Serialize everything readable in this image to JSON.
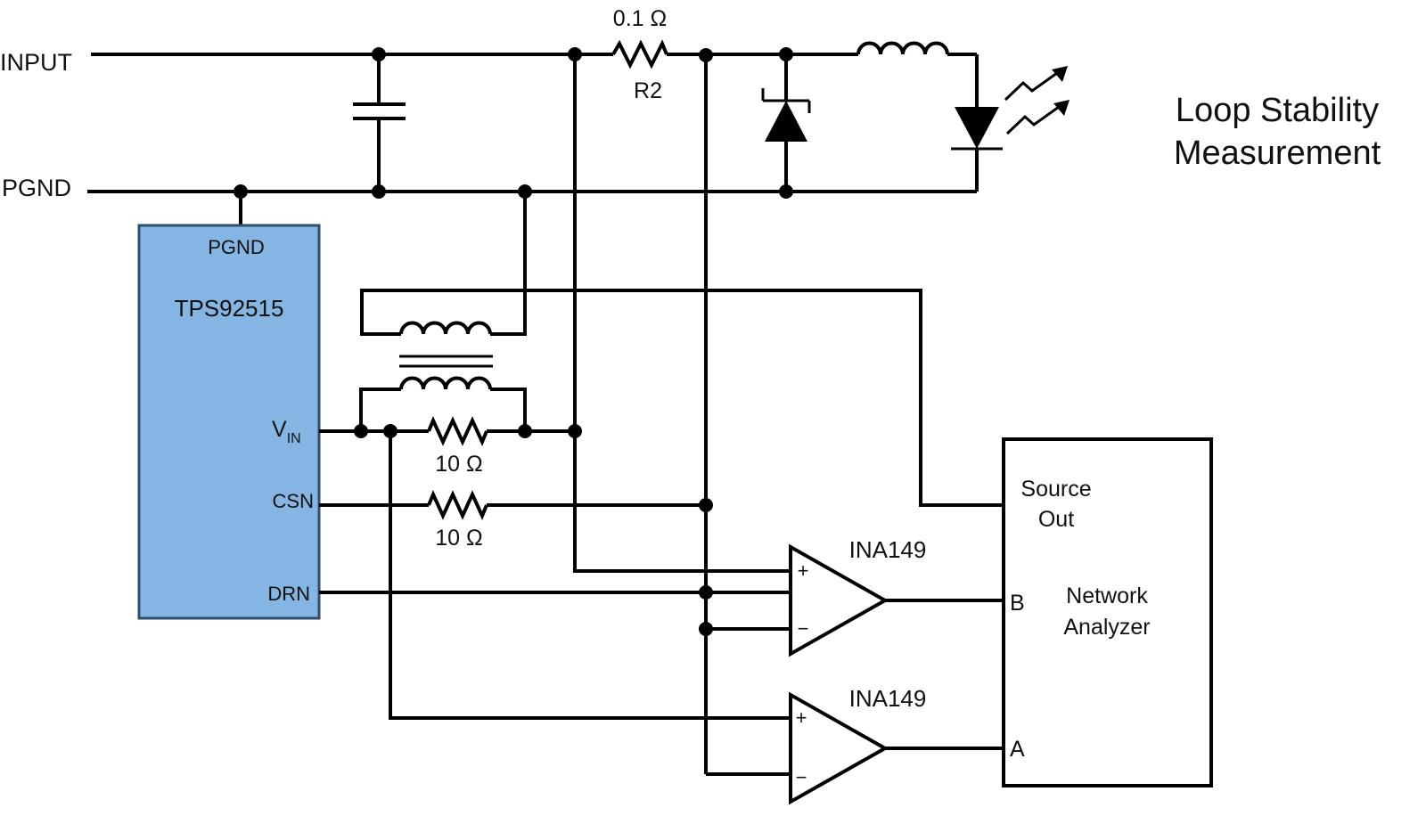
{
  "title_line1": "Loop Stability",
  "title_line2": "Measurement",
  "nets": {
    "input": "INPUT",
    "pgnd": "PGND"
  },
  "resistors": {
    "r2_value": "0.1 Ω",
    "r2_name": "R2",
    "r_vin_value": "10 Ω",
    "r_csn_value": "10 Ω"
  },
  "ic": {
    "name": "TPS92515",
    "fill_color": "#84b5e3",
    "pins": {
      "pgnd": "PGND",
      "vin_main": "V",
      "vin_sub": "IN",
      "csn": "CSN",
      "drn": "DRN"
    }
  },
  "amplifiers": [
    {
      "name": "INA149",
      "plus": "+",
      "minus": "−"
    },
    {
      "name": "INA149",
      "plus": "+",
      "minus": "−"
    }
  ],
  "analyzer": {
    "source_line1": "Source",
    "source_line2": "Out",
    "name_line1": "Network",
    "name_line2": "Analyzer",
    "port_b": "B",
    "port_a": "A"
  }
}
